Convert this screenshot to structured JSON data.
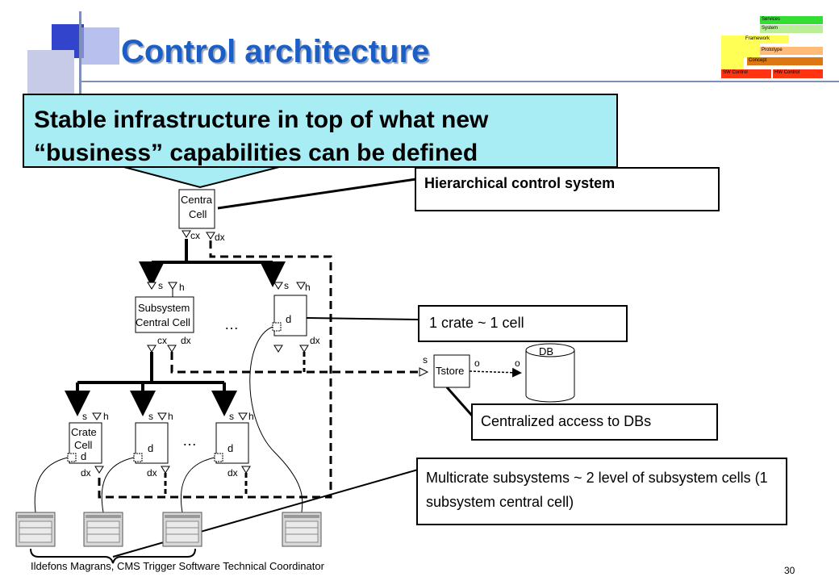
{
  "slide": {
    "title": "Control architecture",
    "callout": "Stable infrastructure in top of what new “business” capabilities can be defined",
    "footer": "Ildefons Magrans, CMS Trigger Software Technical Coordinator",
    "page_number": "30"
  },
  "labels": {
    "hierarchical": "Hierarchical control system",
    "crate_cell": "1 crate ~ 1 cell",
    "centralized_db": "Centralized access to DBs",
    "multicrate": "Multicrate subsystems ~ 2 level of subsystem cells (1 subsystem central cell)"
  },
  "mini_arch": {
    "layers": [
      "Services",
      "System",
      "Framework",
      "Prototype",
      "Concept"
    ],
    "bottom": [
      "SW Control",
      "HW Control"
    ]
  },
  "diagram": {
    "central_cell": [
      "Centra",
      "Cell"
    ],
    "subsystem_cell": [
      "Subsystem",
      "Central Cell"
    ],
    "crate_cell": [
      "Crate",
      "Cell"
    ],
    "port_cx": "cx",
    "port_dx": "dx",
    "port_s": "s",
    "port_h": "h",
    "port_d": "d",
    "port_o": "o",
    "ellipsis": "…",
    "tstore": "Tstore",
    "db": "DB"
  },
  "colors": {
    "title": "#1a5ec6",
    "callout_bg": "#a8ecf4",
    "mini_green": "#33dd33",
    "mini_lightgreen": "#bbee99",
    "mini_yellow": "#ffff55",
    "mini_peach": "#ffbb77",
    "mini_orange": "#dd7711",
    "mini_red": "#ff3311"
  }
}
